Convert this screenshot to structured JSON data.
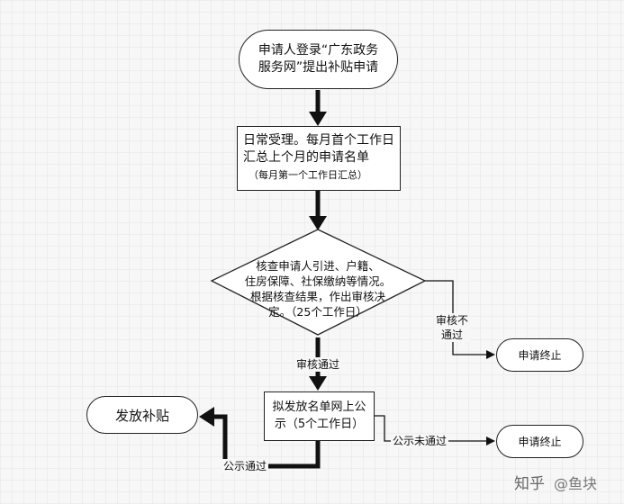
{
  "nodes": {
    "start": "申请人登录“广东政务服务网”提出补贴申请",
    "process1": [
      "日常受理。每月首个工作日",
      "汇总上个月的申请名单",
      "（每月第一个工作日汇总）"
    ],
    "decision": [
      "核查申请人引进、户籍、",
      "住房保障、社保缴纳等情况。",
      "根据核查结果，作出审核决",
      "定。（25个工作日）"
    ],
    "end_reject": "申请终止",
    "process2": [
      "拟发放名单网上公",
      "示（5个工作日）"
    ],
    "end_publicity_fail": "申请终止",
    "end_grant": "发放补贴"
  },
  "edges": {
    "review_fail": [
      "审核不",
      "通过"
    ],
    "review_pass": "审核通过",
    "publicity_fail": "公示未通过",
    "publicity_pass": "公示通过"
  },
  "watermark": {
    "brand": "知乎",
    "author": "@鱼块"
  }
}
